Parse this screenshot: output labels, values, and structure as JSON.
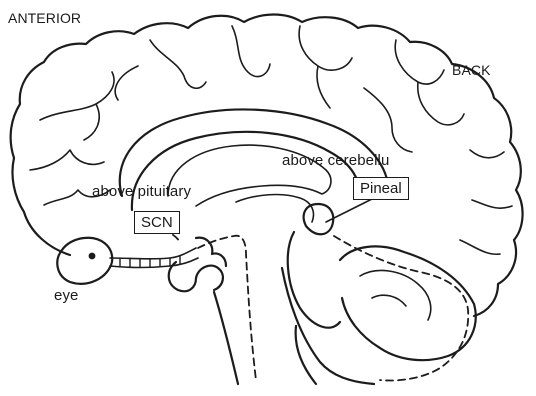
{
  "labels": {
    "anterior": "ANTERIOR",
    "back": "BACK",
    "above_cerebellum": "above cerebellu",
    "above_pituitary": "above pituitary",
    "pineal": "Pineal",
    "scn": "SCN",
    "eye": "eye"
  }
}
